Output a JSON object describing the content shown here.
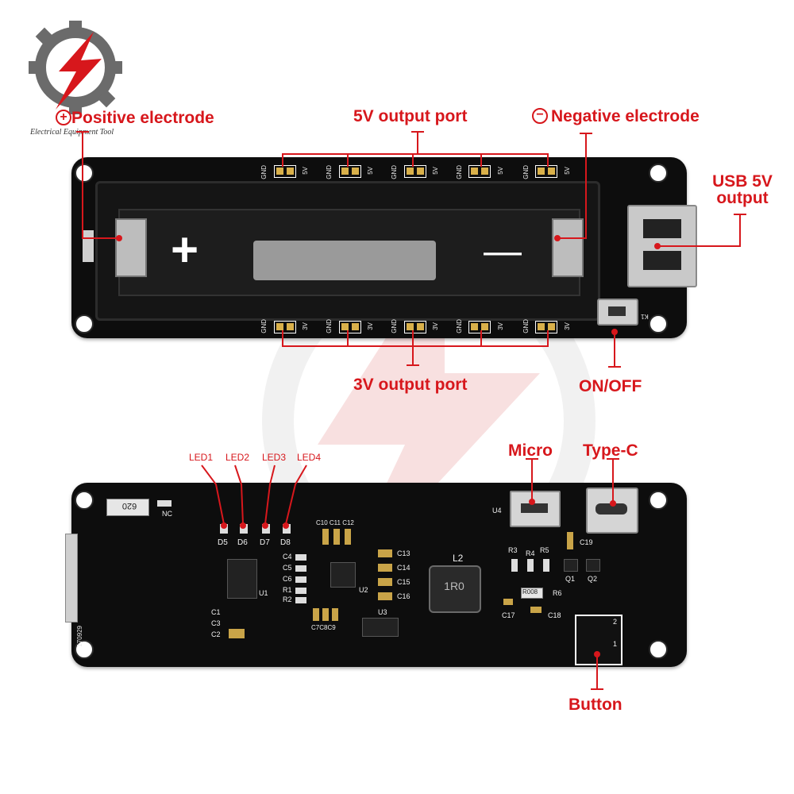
{
  "logo": {
    "text": "Electrical Equipment Tool",
    "colors": {
      "gear": "#6b6b6b",
      "bolt": "#d7171c"
    }
  },
  "accent_color": "#d7171c",
  "top_board": {
    "callouts": {
      "positive": "Positive electrode",
      "negative": "Negative electrode",
      "port_5v": "5V output port",
      "port_3v": "3V output port",
      "usb_line1": "USB 5V",
      "usb_line2": "output",
      "onoff": "ON/OFF"
    },
    "silk": {
      "gnd": "GND",
      "v5": "5V",
      "v3": "3V",
      "k1": "K1"
    },
    "battery_symbols": {
      "plus": "+",
      "minus": "—"
    }
  },
  "bottom_board": {
    "callouts": {
      "leds": [
        "LED1",
        "LED2",
        "LED3",
        "LED4"
      ],
      "micro": "Micro",
      "typec": "Type-C",
      "button": "Button"
    },
    "silk": {
      "diodes": [
        "D5",
        "D6",
        "D7",
        "D8"
      ],
      "nc": "NC",
      "resistor_code": "620",
      "caps_top": "C10 C11 C12",
      "c4": "C4",
      "c5": "C5",
      "c6": "C6",
      "r1": "R1",
      "r2": "R2",
      "c1": "C1",
      "c3": "C3",
      "c2": "C2",
      "u1": "U1",
      "u2": "U2",
      "u3": "U3",
      "u4": "U4",
      "c13": "C13",
      "c14": "C14",
      "c15": "C15",
      "c16": "C16",
      "c7c8c9": "C7C8C9",
      "l2": "L2",
      "inductor": "1R0",
      "r3": "R3",
      "r4": "R4",
      "r5": "R5",
      "r6": "R6",
      "c17": "C17",
      "c18": "C18",
      "c19": "C19",
      "q1": "Q1",
      "q2": "Q2",
      "date": "170929",
      "btn_2": "2",
      "btn_1": "1",
      "r008": "R008"
    }
  }
}
